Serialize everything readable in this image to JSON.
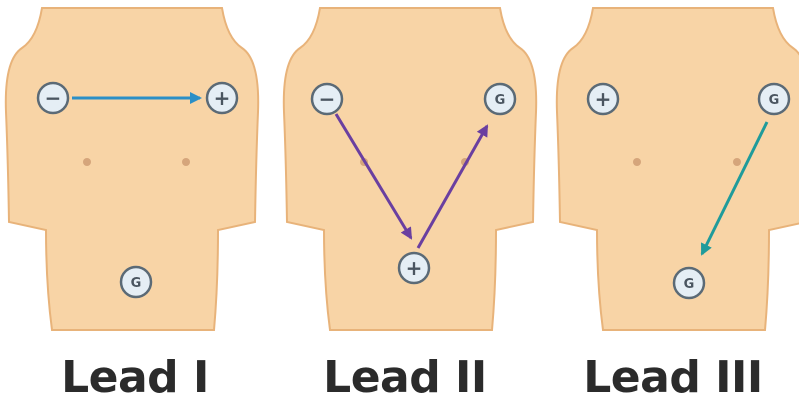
{
  "colors": {
    "skin": "#f8d4a6",
    "skin_outline": "#e8b37a",
    "nipple": "#d5a57b",
    "electrode_fill": "#e5eef5",
    "electrode_ring": "#5b6a76",
    "electrode_text": "#4a5560",
    "lead_i_arrow": "#2b8fc7",
    "lead_ii_arrow": "#6a3fa0",
    "lead_iii_arrow": "#1f9b9b",
    "caption": "#2b2b2b"
  },
  "panels": [
    {
      "caption": "Lead I",
      "electrodes": [
        {
          "role": "negative",
          "symbol": "−"
        },
        {
          "role": "positive",
          "symbol": "+"
        },
        {
          "role": "ground",
          "symbol": "G"
        }
      ]
    },
    {
      "caption": "Lead II",
      "electrodes": [
        {
          "role": "negative",
          "symbol": "−"
        },
        {
          "role": "ground",
          "symbol": "G"
        },
        {
          "role": "positive",
          "symbol": "+"
        }
      ]
    },
    {
      "caption": "Lead III",
      "electrodes": [
        {
          "role": "positive",
          "symbol": "+"
        },
        {
          "role": "ground",
          "symbol": "G"
        },
        {
          "role": "ground",
          "symbol": "G"
        }
      ]
    }
  ]
}
